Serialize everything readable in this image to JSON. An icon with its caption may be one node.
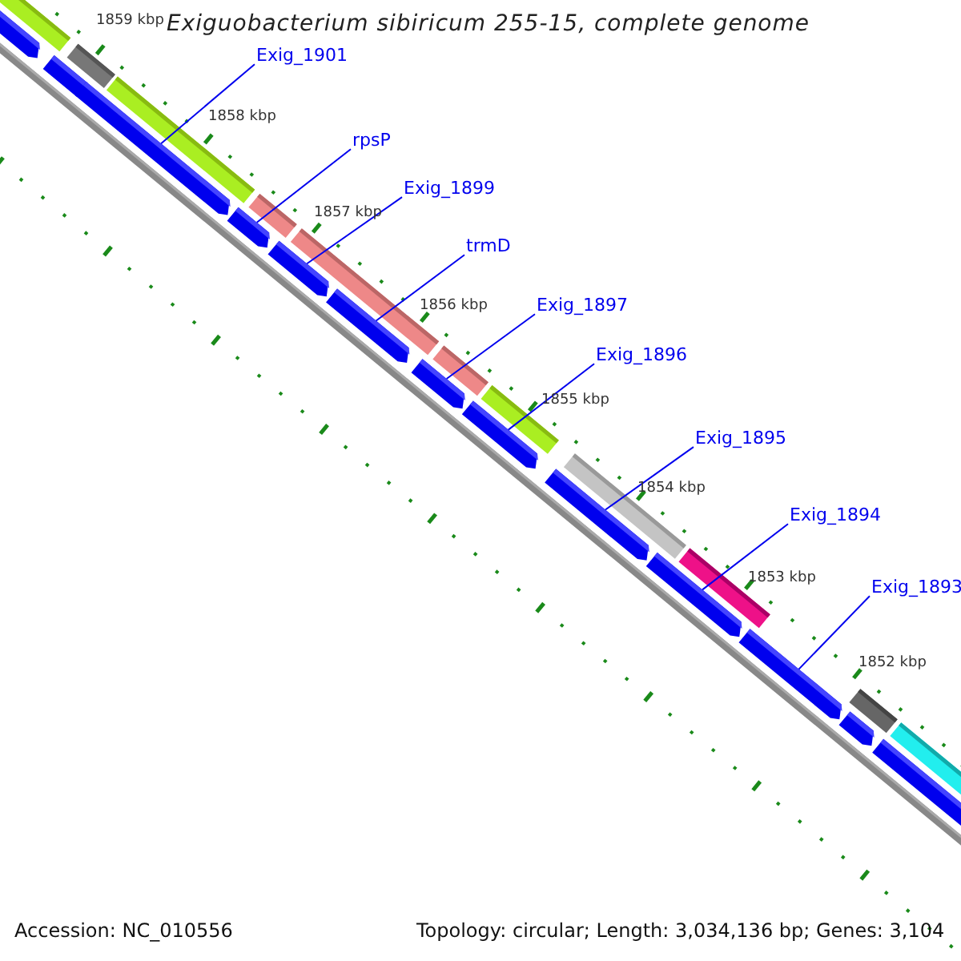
{
  "diagram": {
    "title": "Exiguobacterium sibiricum 255-15, complete genome",
    "nodes": [
      {
        "text": [
          "Exig_1901"
        ]
      },
      {
        "text": [
          "rpsP"
        ]
      },
      {
        "text": [
          "Exig_1899"
        ]
      },
      {
        "text": [
          "trmD"
        ]
      },
      {
        "text": [
          "Exig_1897"
        ]
      },
      {
        "text": [
          "Exig_1896"
        ]
      },
      {
        "text": [
          "Exig_1895"
        ]
      },
      {
        "text": [
          "Exig_1894"
        ]
      },
      {
        "text": [
          "Exig_1893"
        ]
      },
      {
        "text": [],
        "shape": "arrow"
      },
      {
        "text": [],
        "shape": "arrow"
      },
      {
        "text": [],
        "shape": "arrow"
      },
      {
        "text": [],
        "shape": "arrow"
      },
      {
        "text": [],
        "shape": "arrow"
      },
      {
        "text": [],
        "shape": "arrow"
      },
      {
        "text": [],
        "shape": "arrow"
      },
      {
        "text": [],
        "shape": "arrow"
      },
      {
        "text": [],
        "shape": "arrow"
      },
      {
        "text": [],
        "shape": "arrow"
      },
      {
        "text": [],
        "shape": "arrow"
      },
      {
        "text": [],
        "shape": "arrow"
      },
      {
        "text": [],
        "shape": "arrow"
      }
    ],
    "edges": [
      {
        "from": 0,
        "to": 11,
        "arrow": "none"
      },
      {
        "from": 1,
        "to": 12,
        "arrow": "none"
      },
      {
        "from": 2,
        "to": 13,
        "arrow": "none"
      },
      {
        "from": 3,
        "to": 14,
        "arrow": "none"
      },
      {
        "from": 4,
        "to": 15,
        "arrow": "none"
      },
      {
        "from": 5,
        "to": 16,
        "arrow": "none"
      },
      {
        "from": 6,
        "to": 17,
        "arrow": "none"
      },
      {
        "from": 7,
        "to": 18,
        "arrow": "none"
      },
      {
        "from": 8,
        "to": 19,
        "arrow": "none"
      }
    ],
    "labels": [
      "1859 kbp",
      "1858 kbp",
      "1857 kbp",
      "1856 kbp",
      "1855 kbp",
      "1854 kbp",
      "1853 kbp",
      "1852 kbp",
      "Accession: NC_010556",
      "Topology: circular; Length: 3,034,136 bp; Genes: 3,104"
    ]
  }
}
